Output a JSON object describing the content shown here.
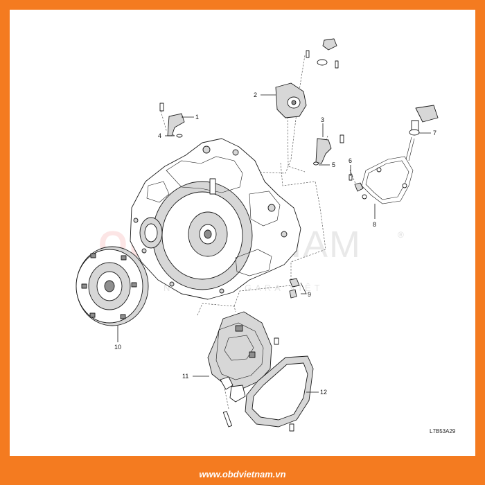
{
  "brand": {
    "accent_color": "#f47b20",
    "watermark_color": "#e53935",
    "watermark_lead": "OBD",
    "watermark_rest": "VIETNAM",
    "watermark_reg": "®",
    "watermark_slogan": "NÂNG TẦM GARA VIỆT",
    "url": "www.obdvietnam.vn"
  },
  "figure": {
    "code": "L7B53A29",
    "callouts": [
      "1",
      "2",
      "3",
      "4",
      "5",
      "6",
      "7",
      "8",
      "9",
      "10",
      "11",
      "12"
    ]
  }
}
